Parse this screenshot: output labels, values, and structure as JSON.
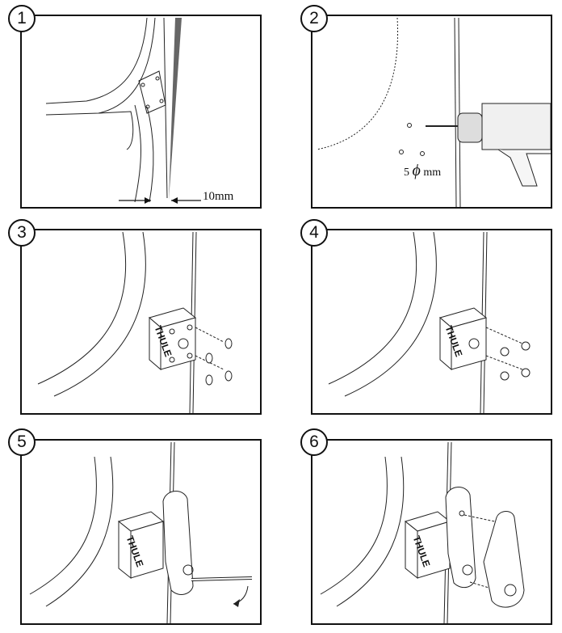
{
  "steps": [
    {
      "number": "1",
      "measure_label": "10mm"
    },
    {
      "number": "2",
      "drill_label_prefix": "5",
      "drill_symbol": "ϕ",
      "drill_label_unit": "mm"
    },
    {
      "number": "3",
      "brand": "THULE"
    },
    {
      "number": "4",
      "brand": "THULE"
    },
    {
      "number": "5",
      "brand": "THULE"
    },
    {
      "number": "6",
      "brand": "THULE"
    }
  ],
  "colors": {
    "line": "#111111",
    "background": "#ffffff",
    "strip": "#555555"
  }
}
